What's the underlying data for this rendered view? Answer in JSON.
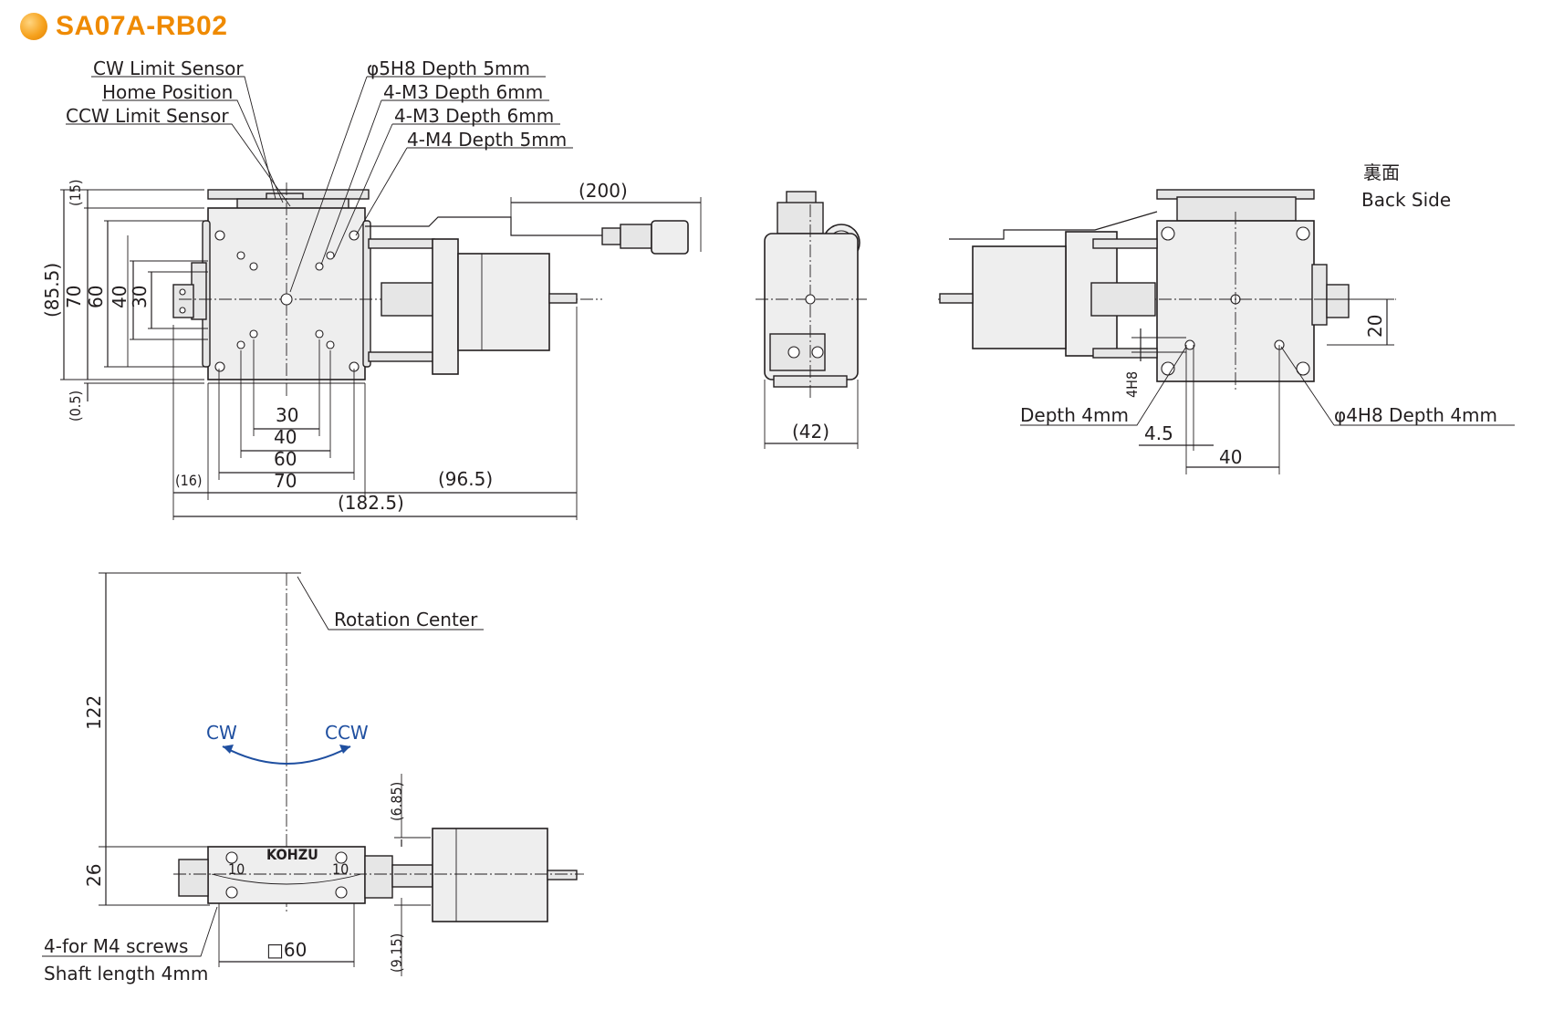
{
  "title": "SA07A-RB02",
  "colors": {
    "accent": "#ef8a00",
    "direction_arrow": "#1f4fa0"
  },
  "top_view": {
    "callouts": [
      "CW Limit Sensor",
      "Home Position",
      "CCW Limit Sensor",
      "φ5H8 Depth 5mm",
      "4-M3 Depth 6mm",
      "4-M3 Depth 6mm",
      "4-M4 Depth 5mm"
    ],
    "dims_vertical": [
      "(15)",
      "(85.5)",
      "70",
      "60",
      "40",
      "30",
      "(0.5)"
    ],
    "dims_horizontal": [
      "30",
      "40",
      "60",
      "70",
      "(16)",
      "(96.5)",
      "(182.5)",
      "(200)"
    ]
  },
  "side_view": {
    "dims": [
      "(42)"
    ]
  },
  "back_view": {
    "label_jp": "裏面",
    "label_en": "Back Side",
    "callouts": [
      "Depth 4mm",
      "φ4H8 Depth 4mm"
    ],
    "dims": [
      "20",
      "4H8",
      "4.5",
      "40"
    ]
  },
  "front_view": {
    "rotation_center_label": "Rotation Center",
    "cw_label": "CW",
    "ccw_label": "CCW",
    "brand": "KOHZU",
    "scale_left": "10",
    "scale_right": "10",
    "dims": [
      "122",
      "26",
      "(6.85)",
      "(9.15)",
      "□60"
    ],
    "screw_note_1": "4-for M4 screws",
    "screw_note_2": "Shaft length 4mm"
  }
}
